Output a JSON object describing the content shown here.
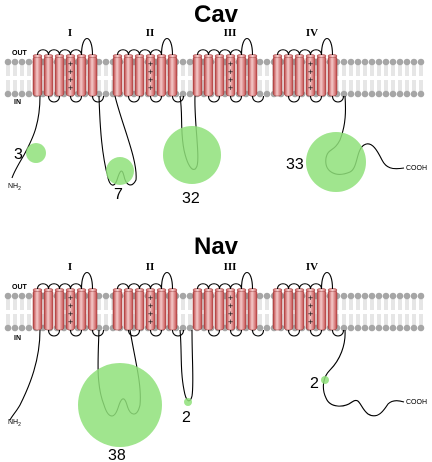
{
  "panels": [
    {
      "title": "Cav",
      "domains": [
        "I",
        "II",
        "III",
        "IV"
      ],
      "out_label": "OUT",
      "in_label": "IN",
      "n_terminus": "NH",
      "n_terminus_sub": "2",
      "c_terminus": "COOH",
      "site_counts": [
        "3",
        "7",
        "32",
        "33"
      ]
    },
    {
      "title": "Nav",
      "domains": [
        "I",
        "II",
        "III",
        "IV"
      ],
      "out_label": "OUT",
      "in_label": "IN",
      "n_terminus": "NH",
      "n_terminus_sub": "2",
      "c_terminus": "COOH",
      "site_counts": [
        "38",
        "2",
        "2"
      ]
    }
  ],
  "colors": {
    "helix": "#d45a5a",
    "helix_light": "#f3c4c4",
    "lipid_head": "#a6a6a6",
    "site_blob": "#8fe07a"
  }
}
